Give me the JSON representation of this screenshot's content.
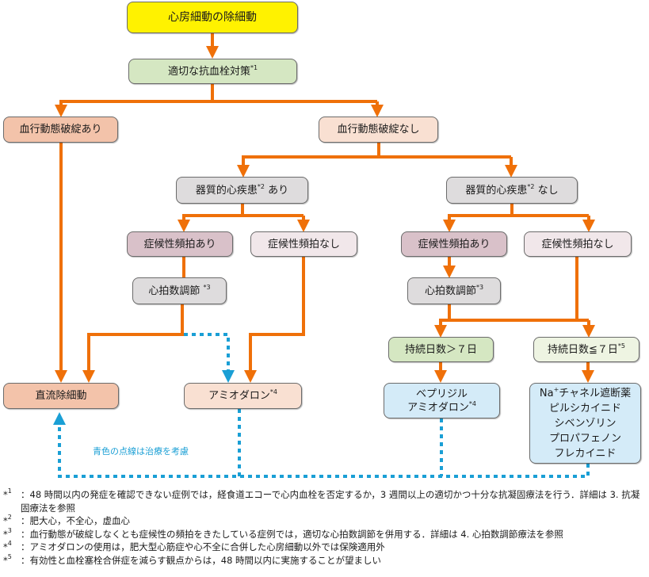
{
  "colors": {
    "arrow": "#ef7009",
    "dotted": "#1a9fd5"
  },
  "nodes": {
    "root": {
      "text": "心房細動の除細動"
    },
    "antithrombotic": {
      "text": "適切な抗血栓対策",
      "sup": "*1"
    },
    "hemo_yes": {
      "text": "血行動態破綻あり"
    },
    "hemo_no": {
      "text": "血行動態破綻なし"
    },
    "organic_yes": {
      "text": "器質的心疾患",
      "sup": "*2",
      "suffix": "あり"
    },
    "organic_no": {
      "text": "器質的心疾患",
      "sup": "*2",
      "suffix": "なし"
    },
    "tachy_yes_left": {
      "text": "症候性頻拍あり"
    },
    "tachy_no_left": {
      "text": "症候性頻拍なし"
    },
    "tachy_yes_right": {
      "text": "症候性頻拍あり"
    },
    "tachy_no_right": {
      "text": "症候性頻拍なし"
    },
    "rate_control_left": {
      "text": "心拍数調節",
      "sup": "*3"
    },
    "rate_control_right": {
      "text": "心拍数調節",
      "sup": "*3"
    },
    "dc_cardioversion": {
      "text": "直流除細動"
    },
    "amiodarone": {
      "text": "アミオダロン",
      "sup": "*4"
    },
    "duration_gt7": {
      "text": "持続日数＞７日"
    },
    "duration_le7": {
      "text": "持続日数≦７日",
      "sup": "*5"
    },
    "bepridil_box": {
      "line1": "ベプリジル",
      "line2": "アミオダロン",
      "sup": "*4"
    },
    "na_box": {
      "line1_pre": "Na",
      "line1_sup": "+",
      "line1_post": "チャネル遮断薬",
      "drugs": [
        "ピルシカイニド",
        "シベンゾリン",
        "プロパフェノン",
        "フレカイニド"
      ]
    }
  },
  "legend_note": "青色の点線は治療を考慮",
  "footnotes": [
    {
      "mark": "*",
      "num": "1",
      "text": "：48 時間以内の発症を確認できない症例では，経食道エコーで心内血栓を否定するか，3 週間以上の適切かつ十分な抗凝固療法を行う．詳細は 3. 抗凝固療法を参照"
    },
    {
      "mark": "*",
      "num": "2",
      "text": "：肥大心，不全心，虚血心"
    },
    {
      "mark": "*",
      "num": "3",
      "text": "：血行動態が破綻しなくとも症候性の頻拍をきたしている症例では，適切な心拍数調節を併用する．詳細は 4. 心拍数調節療法を参照"
    },
    {
      "mark": "*",
      "num": "4",
      "text": "：アミオダロンの使用は，肥大型心筋症や心不全に合併した心房細動以外では保険適用外"
    },
    {
      "mark": "*",
      "num": "5",
      "text": "：有効性と血栓塞栓合併症を減らす観点からは，48 時間以内に実施することが望ましい"
    }
  ]
}
